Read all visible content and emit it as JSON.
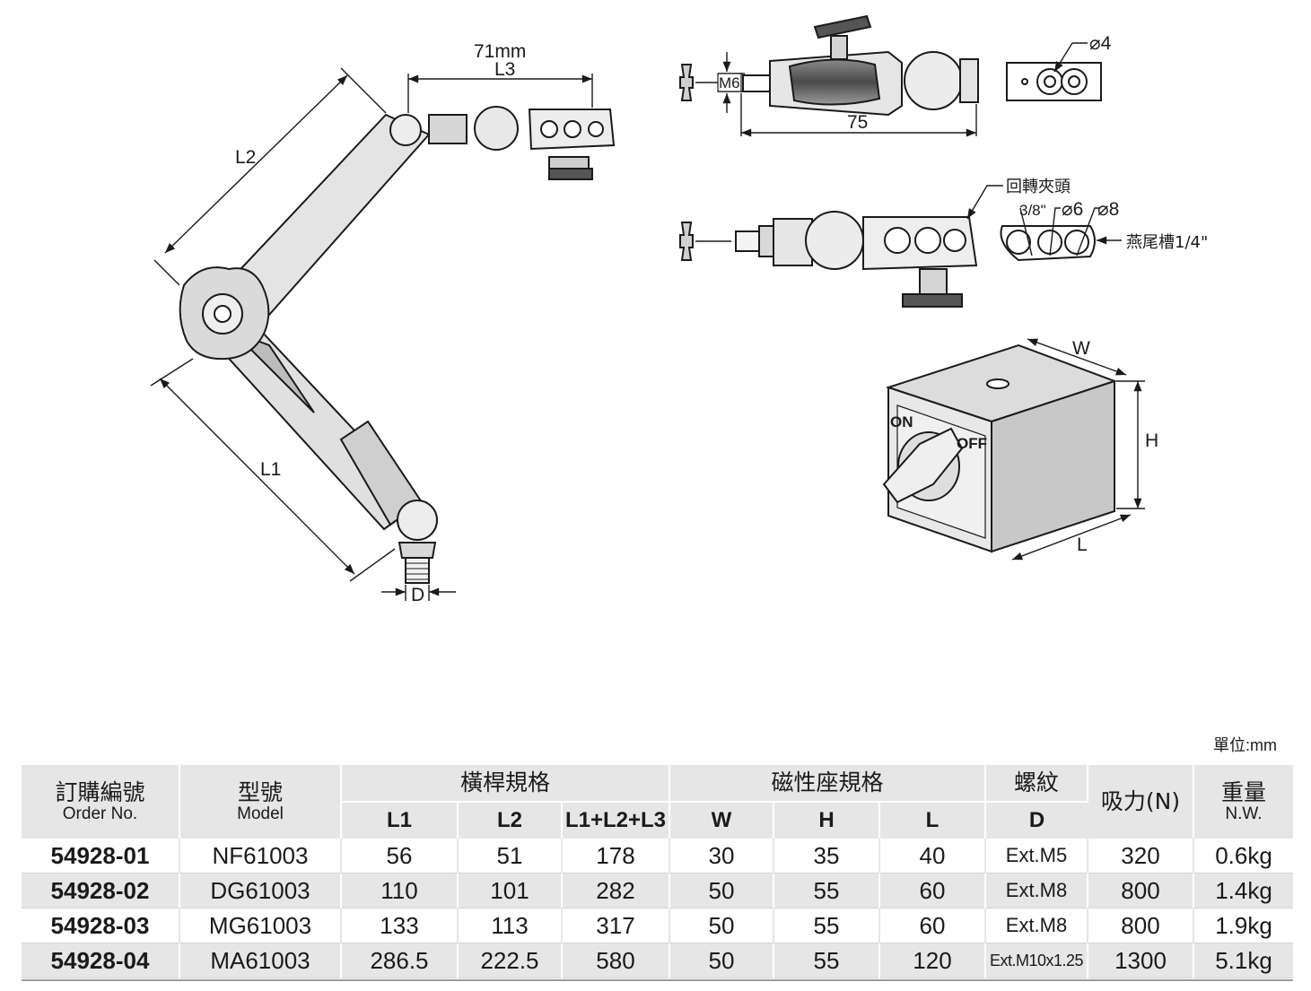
{
  "drawing_labels": {
    "dim_71mm": "71mm",
    "l3": "L3",
    "l2": "L2",
    "l1": "L1",
    "d": "D",
    "m6": "M6",
    "dim_75": "75",
    "phi4": "⌀4",
    "swivel_clamp": "回轉夾頭",
    "size_3_8": "3/8\"",
    "phi6": "⌀6",
    "phi8": "⌀8",
    "dovetail": "燕尾槽1/4\"",
    "w": "W",
    "h": "H",
    "l": "L",
    "on": "ON",
    "off": "OFF"
  },
  "unit_note": "單位:mm",
  "table": {
    "headers": {
      "order_cn": "訂購編號",
      "order_en": "Order No.",
      "model_cn": "型號",
      "model_en": "Model",
      "arm_spec": "橫桿規格",
      "magnet_spec": "磁性座規格",
      "thread": "螺紋",
      "force": "吸力(N)",
      "weight_cn": "重量",
      "weight_en": "N.W.",
      "l1": "L1",
      "l2": "L2",
      "total": "L1+L2+L3",
      "w": "W",
      "h": "H",
      "l": "L",
      "d": "D"
    },
    "rows": [
      {
        "order": "54928-01",
        "model": "NF61003",
        "l1": "56",
        "l2": "51",
        "total": "178",
        "w": "30",
        "h": "35",
        "l": "40",
        "d": "Ext.M5",
        "force": "320",
        "weight": "0.6kg"
      },
      {
        "order": "54928-02",
        "model": "DG61003",
        "l1": "110",
        "l2": "101",
        "total": "282",
        "w": "50",
        "h": "55",
        "l": "60",
        "d": "Ext.M8",
        "force": "800",
        "weight": "1.4kg"
      },
      {
        "order": "54928-03",
        "model": "MG61003",
        "l1": "133",
        "l2": "113",
        "total": "317",
        "w": "50",
        "h": "55",
        "l": "60",
        "d": "Ext.M8",
        "force": "800",
        "weight": "1.9kg"
      },
      {
        "order": "54928-04",
        "model": "MA61003",
        "l1": "286.5",
        "l2": "222.5",
        "total": "580",
        "w": "50",
        "h": "55",
        "l": "120",
        "d": "Ext.M10x1.25",
        "force": "1300",
        "weight": "5.1kg"
      }
    ]
  }
}
